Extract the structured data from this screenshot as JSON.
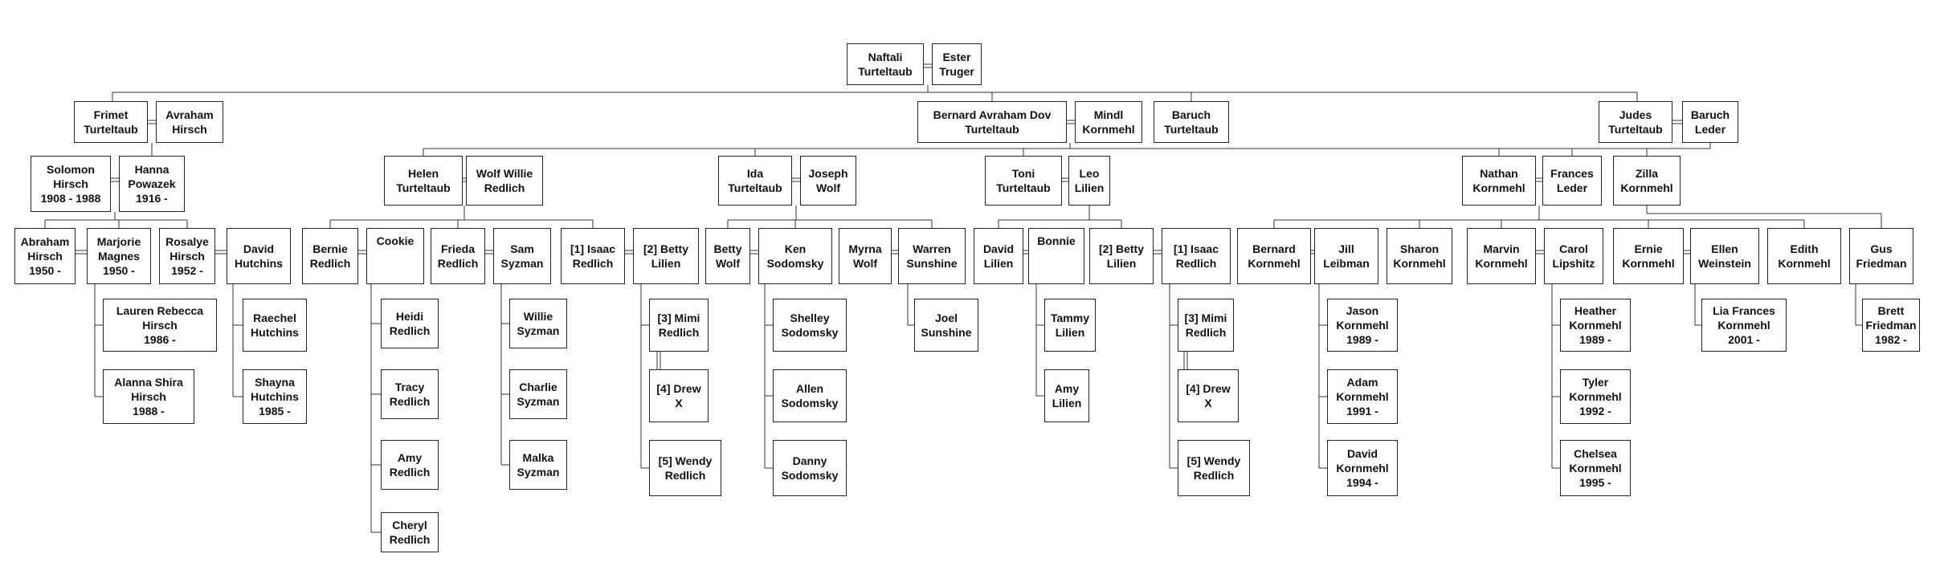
{
  "title": "",
  "people": {
    "naftali": "Naftali\nTurteltaub",
    "ester": "Ester\nTruger",
    "frimet": "Frimet\nTurteltaub",
    "avraham_h": "Avraham\nHirsch",
    "bernard": "Bernard Avraham Dov\nTurteltaub",
    "mindl": "Mindl\nKornmehl",
    "baruch_t": "Baruch\nTurteltaub",
    "judes": "Judes\nTurteltaub",
    "baruch_l": "Baruch\nLeder",
    "solomon": "Solomon\nHirsch\n1908 - 1988",
    "hanna": "Hanna\nPowazek\n1916 -",
    "helen": "Helen\nTurteltaub",
    "wolf_willie": "Wolf Willie\nRedlich",
    "ida": "Ida\nTurteltaub",
    "joseph": "Joseph\nWolf",
    "toni": "Toni\nTurteltaub",
    "leo": "Leo\nLilien",
    "nathan": "Nathan\nKornmehl",
    "frances": "Frances\nLeder",
    "zilla": "Zilla\nKornmehl",
    "abraham": "Abraham\nHirsch\n1950 -",
    "marjorie": "Marjorie\nMagnes\n1950 -",
    "rosalye": "Rosalye\nHirsch\n1952 -",
    "david_h": "David\nHutchins",
    "bernie": "Bernie\nRedlich",
    "cookie": "Cookie",
    "frieda": "Frieda\nRedlich",
    "sam": "Sam\nSyzman",
    "isaac1": "[1] Isaac\nRedlich",
    "betty2": "[2] Betty\nLilien",
    "betty_wolf": "Betty\nWolf",
    "ken": "Ken\nSodomsky",
    "myrna": "Myrna\nWolf",
    "warren": "Warren\nSunshine",
    "david_l": "David\nLilien",
    "bonnie": "Bonnie",
    "betty2b": "[2] Betty\nLilien",
    "isaac1b": "[1] Isaac\nRedlich",
    "bernard_k": "Bernard\nKornmehl",
    "jill": "Jill\nLeibman",
    "sharon": "Sharon\nKornmehl",
    "marvin": "Marvin\nKornmehl",
    "carol": "Carol\nLipshitz",
    "ernie": "Ernie\nKornmehl",
    "ellen": "Ellen\nWeinstein",
    "edith": "Edith\nKornmehl",
    "gus": "Gus\nFriedman",
    "lauren": "Lauren Rebecca\nHirsch\n1986 -",
    "alanna": "Alanna Shira\nHirsch\n1988 -",
    "raechel": "Raechel\nHutchins",
    "shayna": "Shayna\nHutchins\n1985 -",
    "heidi": "Heidi\nRedlich",
    "tracy": "Tracy\nRedlich",
    "amy_r": "Amy\nRedlich",
    "cheryl": "Cheryl\nRedlich",
    "willie": "Willie\nSyzman",
    "charlie": "Charlie\nSyzman",
    "malka": "Malka\nSyzman",
    "mimi3": "[3] Mimi\nRedlich",
    "drew4": "[4] Drew\nX",
    "wendy5": "[5] Wendy\nRedlich",
    "shelley": "Shelley\nSodomsky",
    "allen": "Allen\nSodomsky",
    "danny": "Danny\nSodomsky",
    "joel": "Joel\nSunshine",
    "tammy": "Tammy\nLilien",
    "amy_l": "Amy\nLilien",
    "mimi3b": "[3] Mimi\nRedlich",
    "drew4b": "[4] Drew\nX",
    "wendy5b": "[5] Wendy\nRedlich",
    "jason": "Jason\nKornmehl\n1989 -",
    "adam": "Adam\nKornmehl\n1991 -",
    "david_k": "David\nKornmehl\n1994 -",
    "heather": "Heather\nKornmehl\n1989 -",
    "tyler": "Tyler\nKornmehl\n1992 -",
    "chelsea": "Chelsea\nKornmehl\n1995 -",
    "lia": "Lia Frances\nKornmehl\n2001 -",
    "brett": "Brett\nFriedman\n1982 -"
  }
}
